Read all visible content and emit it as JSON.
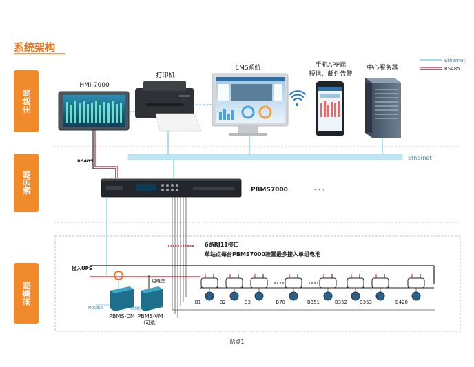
{
  "page_title": "系统架构",
  "layers": {
    "main_station": "主站层",
    "communication": "通讯层",
    "acquisition": "采集层"
  },
  "legend": {
    "ethernet": "Ethernet",
    "rs485": "RS485",
    "ethernet_color": "#7fd3ea",
    "rs485_color_1": "#c2202e",
    "rs485_color_2": "#222222"
  },
  "devices": {
    "hmi": "HMI-7000",
    "printer": "打印机",
    "ems": "EMS系统",
    "app_line1": "手机APP端",
    "app_line2": "短信、邮件告警",
    "server": "中心服务器",
    "pbms": "PBMS7000",
    "pbms_dashes": "- - -",
    "pbms_cm": "PBMS-CM",
    "pbms_vm": "PBMS-VM",
    "pbms_vm_note": "(可选)"
  },
  "labels": {
    "rs485_link": "RS485",
    "ethernet_bus": "Ethernet",
    "rj11": "6路RJ11接口",
    "rj11_note": "单站点每台PBMS7000装置最多接入单组电池",
    "ups": "接入UPS",
    "group_voltage": "组电压",
    "modbus_1": "MODBUS",
    "modbus_2": "MODBUS",
    "station": "站点1"
  },
  "batteries": [
    "B1",
    "B2",
    "B3",
    "B70",
    "B351",
    "B352",
    "B353",
    "B420"
  ],
  "colors": {
    "accent": "#e8731a",
    "layer_tab": "#f08a2a",
    "dashed_border": "#b0b0b0"
  }
}
